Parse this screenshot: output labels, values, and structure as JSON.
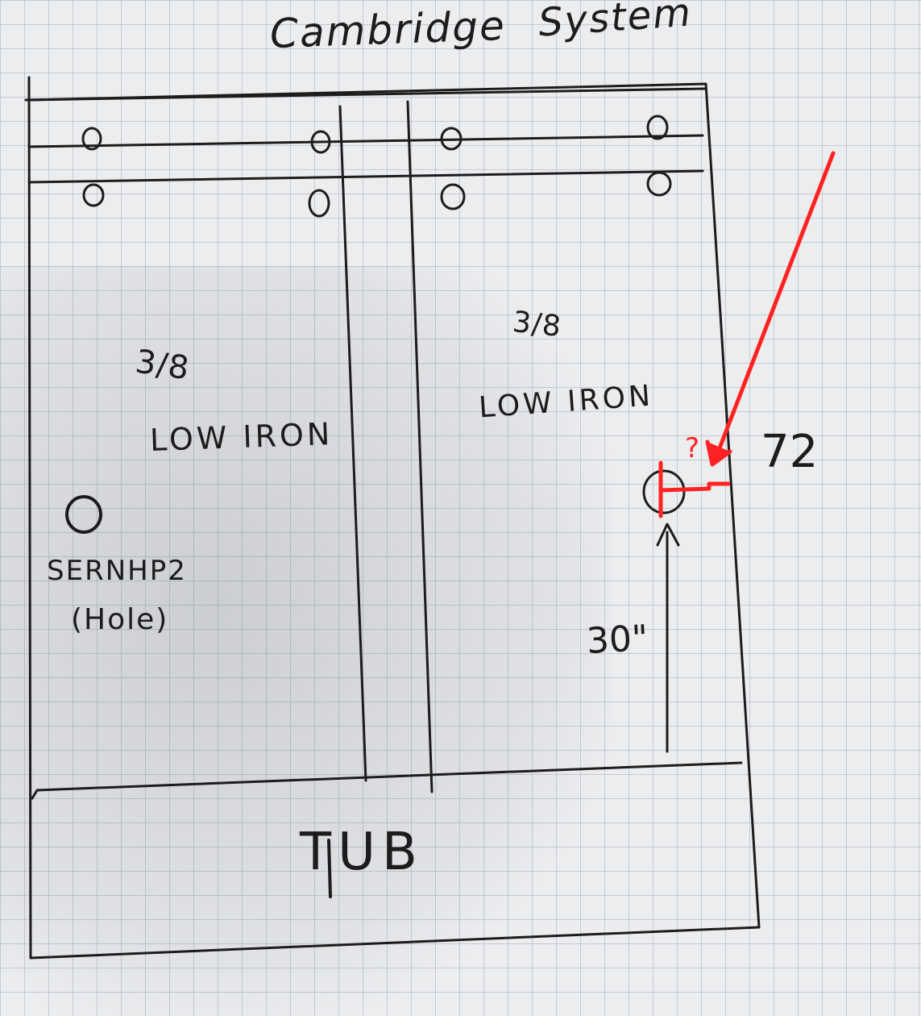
{
  "title": {
    "word1": "Cambridge",
    "word2": "System"
  },
  "panels": {
    "left": {
      "thickness": "3/8",
      "glass": "LOW IRON"
    },
    "right": {
      "thickness": "3/8",
      "glass": "LOW IRON"
    }
  },
  "hole": {
    "name": "SERNHP2",
    "note": "(Hole)"
  },
  "dimensions": {
    "height": "72",
    "hole_height": "30\""
  },
  "annotation": {
    "question": "?",
    "color": "#ff2222"
  },
  "tub": {
    "label": "TUB"
  },
  "colors": {
    "pencil": "#1c1c1c",
    "paper": "#ecedef",
    "grid": "#9aa0a8"
  }
}
